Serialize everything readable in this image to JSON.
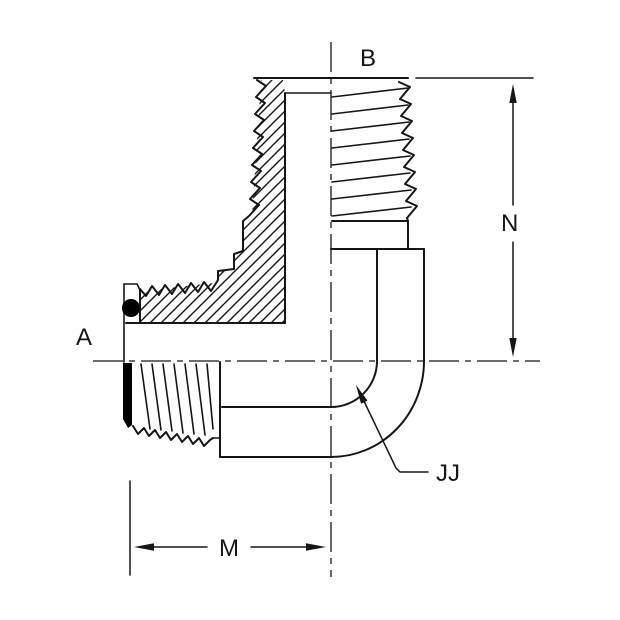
{
  "diagram": {
    "labels": {
      "top_port": "B",
      "left_port": "A",
      "dim_vertical": "N",
      "dim_horizontal": "M",
      "dim_bend": "JJ"
    },
    "colors": {
      "ink": "#161616",
      "background": "#ffffff",
      "oring_fill": "#000000"
    }
  }
}
